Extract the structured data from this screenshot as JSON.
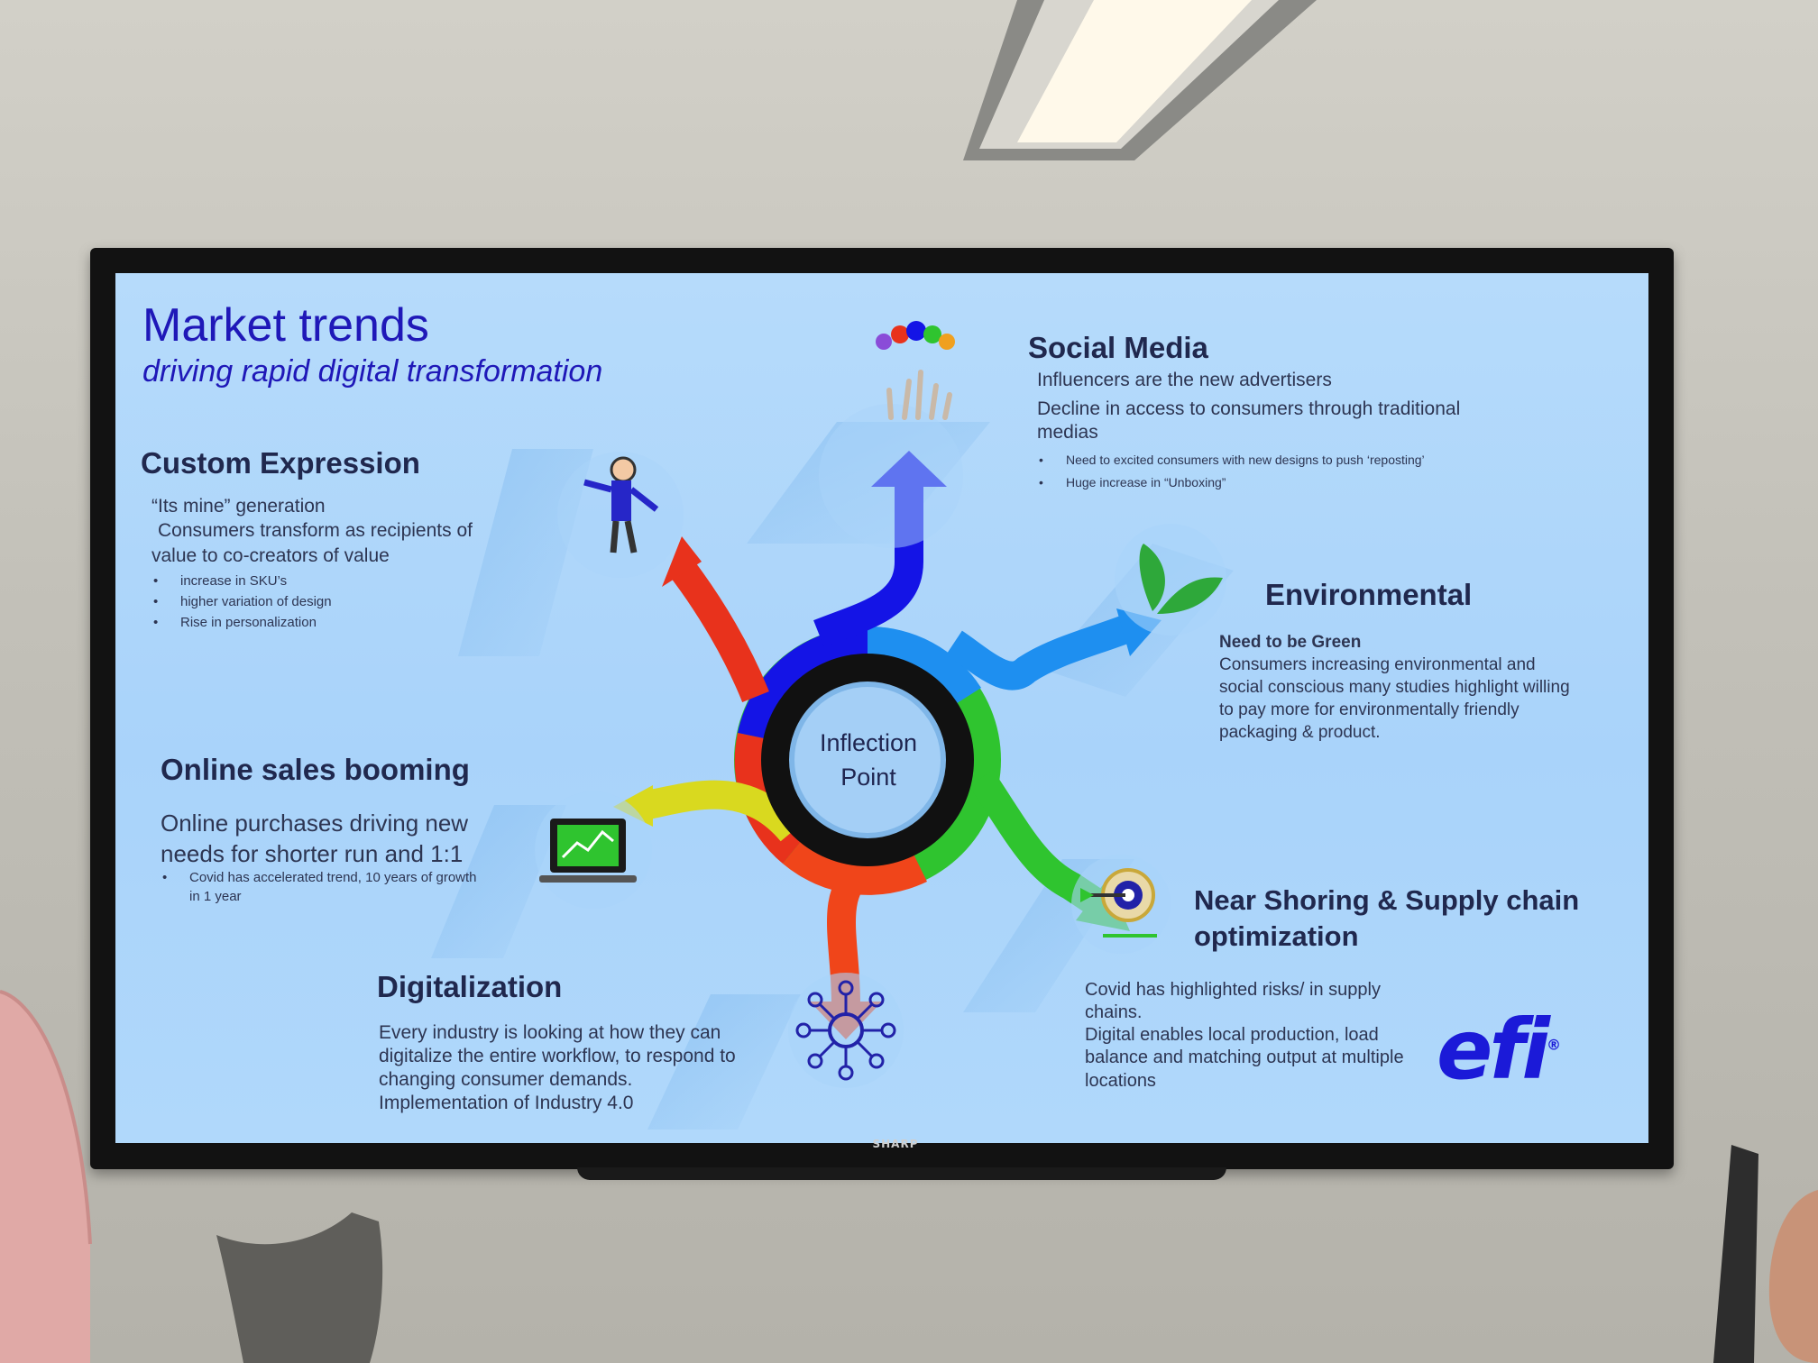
{
  "slide": {
    "title": "Market trends",
    "subtitle": "driving rapid digital transformation",
    "center": {
      "line1": "Inflection",
      "line2": "Point"
    },
    "custom_expression": {
      "heading": "Custom Expression",
      "lines": [
        "“Its mine” generation",
        "Consumers transform as recipients of",
        "value to co-creators of value"
      ],
      "bullets": [
        "increase in SKU’s",
        "higher variation of design",
        "Rise in personalization"
      ]
    },
    "social_media": {
      "heading": "Social Media",
      "lines": [
        "Influencers are the new advertisers",
        "Decline in access to consumers through traditional",
        "medias"
      ],
      "bullets": [
        "Need to excited consumers with new designs to push ‘reposting’",
        "Huge increase in “Unboxing”"
      ]
    },
    "environmental": {
      "heading": "Environmental",
      "bold_line": "Need to be Green",
      "lines": [
        "Consumers increasing environmental and",
        "social conscious many studies highlight willing",
        "to pay more for environmentally friendly",
        "packaging & product."
      ]
    },
    "online_sales": {
      "heading": "Online sales booming",
      "lines": [
        "Online purchases driving new",
        "needs for shorter run and 1:1"
      ],
      "bullets": [
        "Covid has accelerated trend, 10 years of growth",
        "in 1 year"
      ]
    },
    "digitalization": {
      "heading": "Digitalization",
      "lines": [
        "Every industry is looking at how they can",
        "digitalize the entire workflow, to respond to",
        "changing consumer demands.",
        "Implementation of Industry 4.0"
      ]
    },
    "near_shoring": {
      "heading_line1": "Near Shoring & Supply chain",
      "heading_line2": "optimization",
      "lines": [
        "Covid has highlighted risks/ in supply",
        "chains.",
        "Digital enables local production, load",
        "balance and matching output at multiple",
        "locations"
      ]
    },
    "logo": "efi",
    "logo_mark": "®"
  },
  "tv": {
    "brand": "SHARP"
  },
  "colors": {
    "title_blue": "#1f18b8",
    "arrow_blue": "#1414e6",
    "arrow_lightblue": "#1e8ff0",
    "arrow_green": "#2fc42f",
    "arrow_orange": "#f0451a",
    "arrow_yellow": "#d9d91f",
    "arrow_red": "#e8321c",
    "ring_black": "#111111"
  },
  "icons": [
    "people-hands-icon",
    "running-person-icon",
    "leaves-icon",
    "laptop-chart-icon",
    "globe-network-icon",
    "target-arrow-icon"
  ]
}
